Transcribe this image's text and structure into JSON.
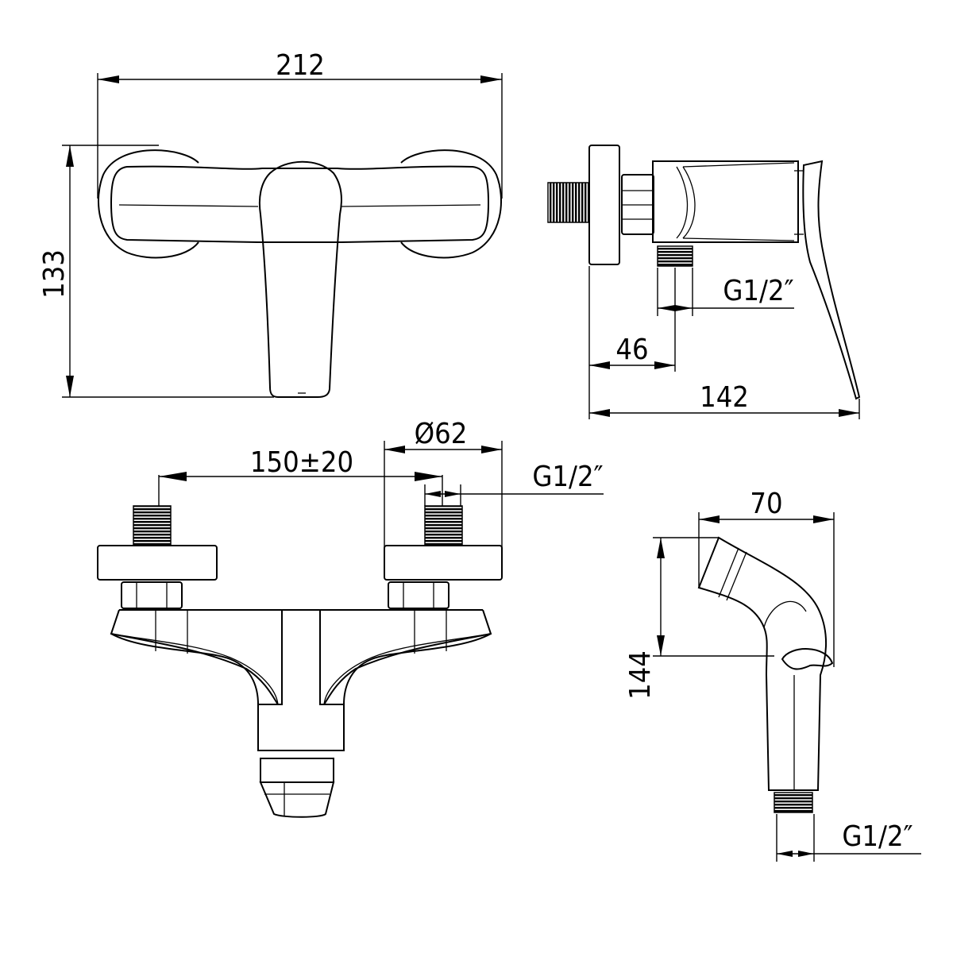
{
  "front_view": {
    "width_label": "212",
    "height_label": "133"
  },
  "side_view": {
    "thread_label": "G1/2″",
    "offset_label": "46",
    "depth_label": "142"
  },
  "bottom_view": {
    "spacing_label": "150±20",
    "diameter_label": "Ø62",
    "thread_label": "G1/2″"
  },
  "hand_shower": {
    "width_label": "70",
    "height_label": "144",
    "thread_label": "G1/2″"
  }
}
